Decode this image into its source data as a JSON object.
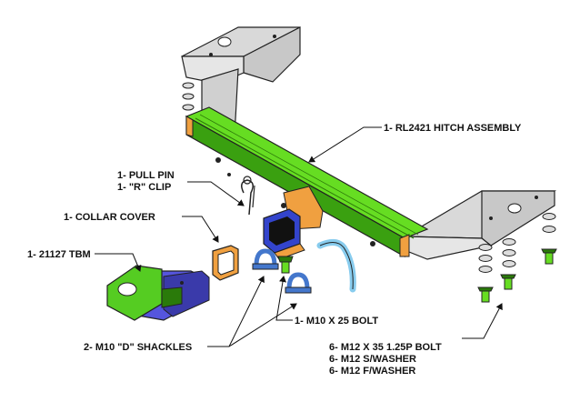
{
  "labels": {
    "hitch_assembly": "1- RL2421 HITCH ASSEMBLY",
    "pull_pin": "1- PULL PIN",
    "r_clip": "1- \"R\" CLIP",
    "collar_cover": "1- COLLAR COVER",
    "tbm": "1- 21127 TBM",
    "m10_bolt": "1- M10 X 25 BOLT",
    "d_shackles": "2- M10 \"D\" SHACKLES",
    "m12_bolt": "6- M12 X 35 1.25P BOLT",
    "m12_s_washer": "6- M12 S/WASHER",
    "m12_f_washer": "6- M12 F/WASHER"
  },
  "colors": {
    "crossbar": "#66dd22",
    "crossbar_dark": "#3aa010",
    "tbm_green": "#55cc22",
    "tbm_blue": "#5555dd",
    "receiver_blue": "#3344cc",
    "collar_orange": "#f0a040",
    "bracket_grey": "#d9d9d9",
    "bolt_green": "#66dd22",
    "shackle_blue": "#4477cc",
    "cable_cyan": "#88ccee"
  }
}
